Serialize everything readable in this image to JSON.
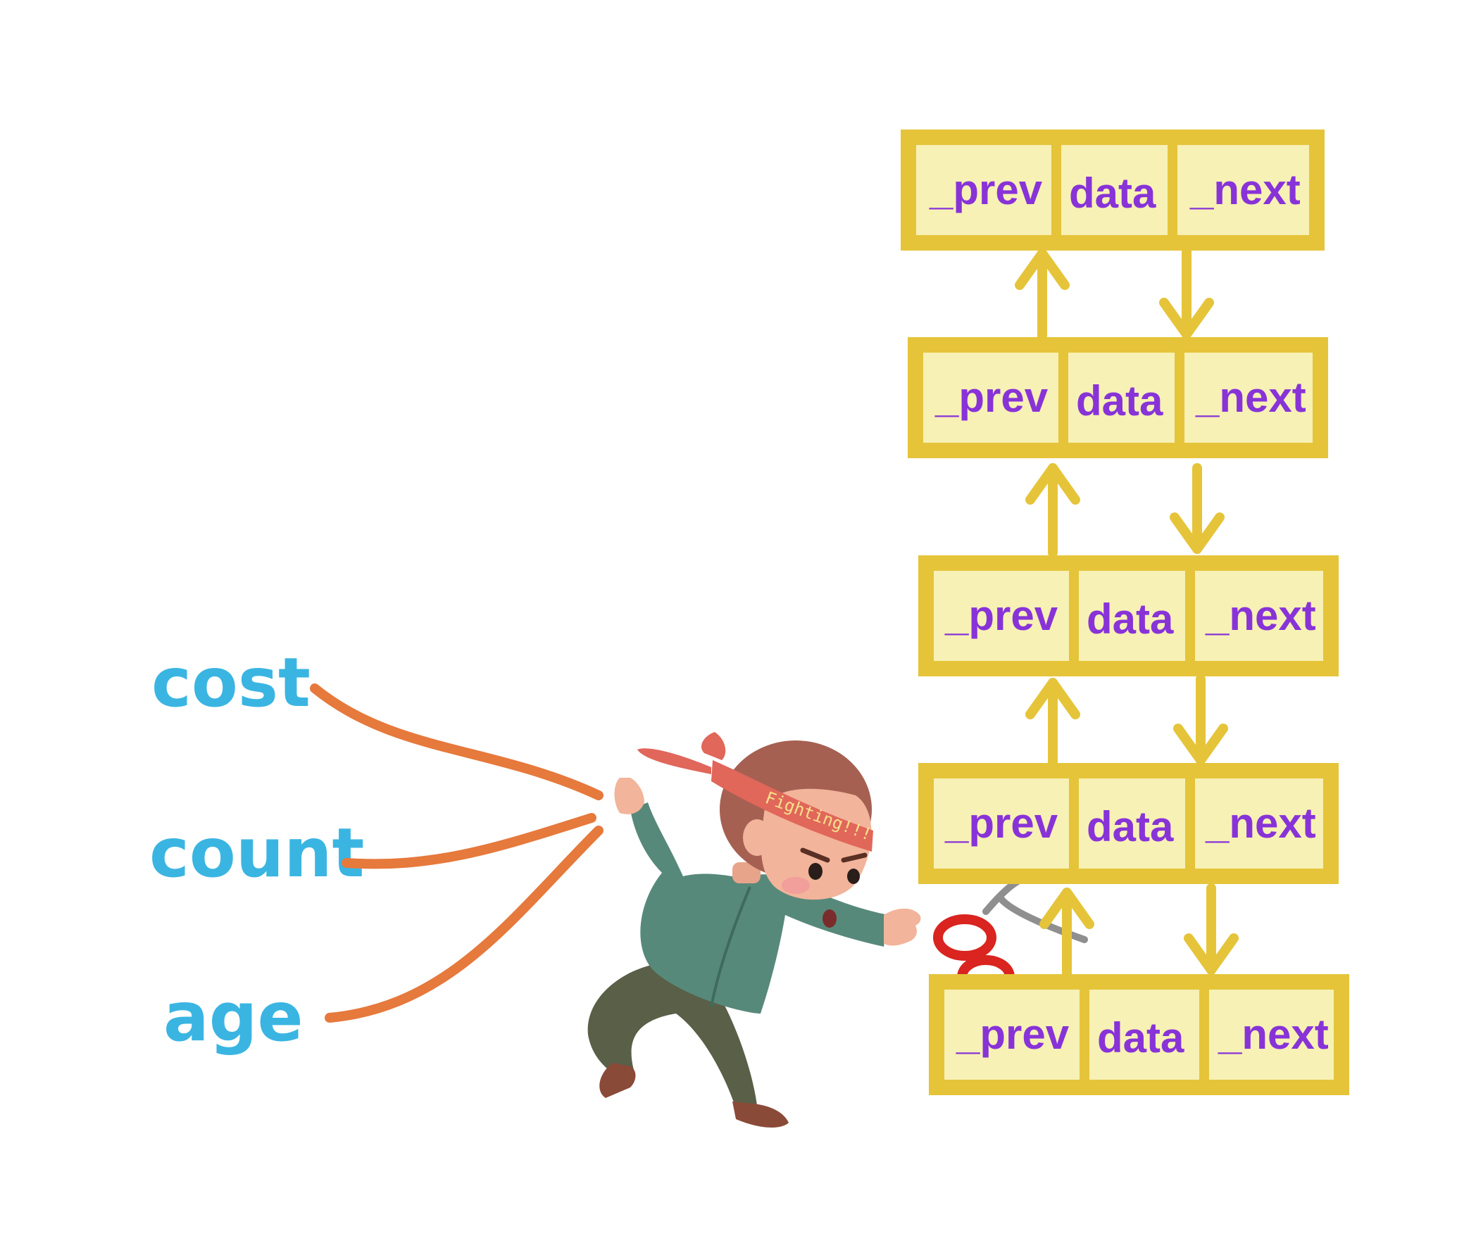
{
  "variables": [
    {
      "label": "cost"
    },
    {
      "label": "count"
    },
    {
      "label": "age"
    }
  ],
  "nodes": [
    {
      "prev": "_prev",
      "data": "data",
      "next": "_next"
    },
    {
      "prev": "_prev",
      "data": "data",
      "next": "_next"
    },
    {
      "prev": "_prev",
      "data": "data",
      "next": "_next"
    },
    {
      "prev": "_prev",
      "data": "data",
      "next": "_next"
    },
    {
      "prev": "_prev",
      "data": "data",
      "next": "_next"
    }
  ],
  "headband_text": "Fighting!!!",
  "icons": {
    "scissors": "scissors-icon",
    "character": "character-illustration"
  },
  "colors": {
    "variable_text": "#3ab5e2",
    "connector_line": "#e6793c",
    "node_border": "#e5c43a",
    "node_fill": "#f7f1b5",
    "node_text": "#8833d8",
    "arrow": "#e5c43a",
    "scissors": "#d9241f"
  }
}
